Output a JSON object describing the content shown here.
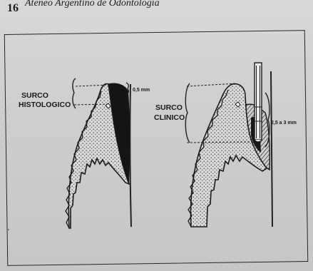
{
  "page": {
    "number": "16",
    "running_head": "Ateneo Argentino de Odontología"
  },
  "figure": {
    "left": {
      "label_line1": "SURCO",
      "label_line2": "HISTOLOGICO",
      "measurement": "0,5 mm"
    },
    "right": {
      "label_line1": "SURCO",
      "label_line2": "CLINICO",
      "measurement": "2,5 a 3 mm"
    }
  }
}
